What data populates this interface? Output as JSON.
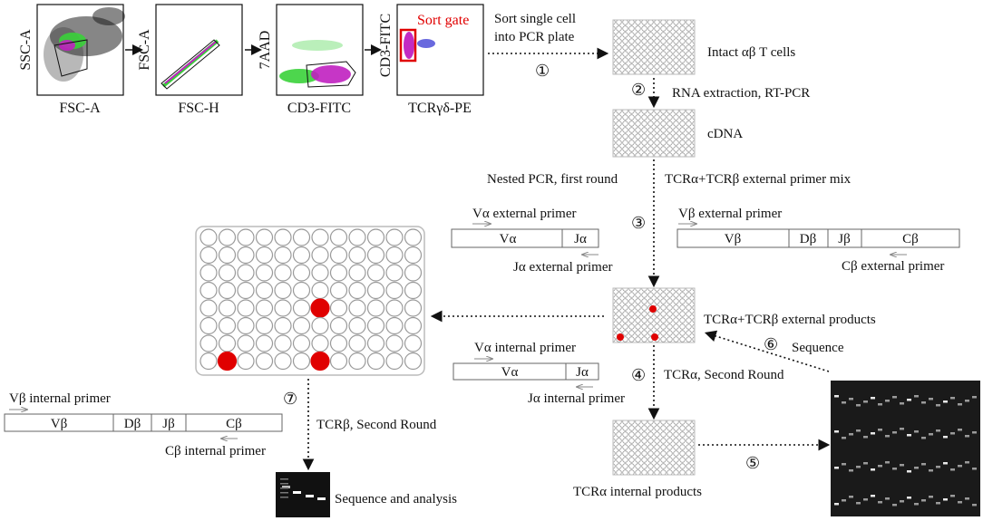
{
  "flow": {
    "panel1": {
      "y_label": "SSC-A",
      "x_label": "FSC-A"
    },
    "panel2": {
      "y_label": "FSC-A",
      "x_label": "FSC-H"
    },
    "panel3": {
      "y_label": "7AAD",
      "x_label": "CD3-FITC"
    },
    "panel4": {
      "y_label": "CD3-FITC",
      "x_label": "TCRγδ-PE",
      "gate_label": "Sort gate"
    }
  },
  "steps": {
    "s1": "①",
    "s2": "②",
    "s3": "③",
    "s4": "④",
    "s5": "⑤",
    "s6": "⑥",
    "s7": "⑦"
  },
  "texts": {
    "sort_line1": "Sort single cell",
    "sort_line2": "into PCR plate",
    "intact": "Intact αβ T cells",
    "rna": "RNA extraction, RT-PCR",
    "cdna": "cDNA",
    "nested": "Nested PCR, first round",
    "ext_mix": "TCRα+TCRβ external primer mix",
    "ext_products": "TCRα+TCRβ external products",
    "sequence": "Sequence",
    "tcra_second": "TCRα, Second Round",
    "tcra_internal": "TCRα internal products",
    "tcrb_second": "TCRβ, Second Round",
    "seq_analysis": "Sequence and analysis"
  },
  "constructs": {
    "va_external": {
      "top": "Vα external primer",
      "bottom": "Jα external primer",
      "segments": [
        "Vα",
        "Jα"
      ]
    },
    "vb_external": {
      "top": "Vβ external primer",
      "bottom": "Cβ external primer",
      "segments": [
        "Vβ",
        "Dβ",
        "Jβ",
        "Cβ"
      ]
    },
    "va_internal": {
      "top": "Vα internal primer",
      "bottom": "Jα internal primer",
      "segments": [
        "Vα",
        "Jα"
      ]
    },
    "vb_internal": {
      "top": "Vβ internal primer",
      "bottom": "Cβ internal primer",
      "segments": [
        "Vβ",
        "Dβ",
        "Jβ",
        "Cβ"
      ]
    }
  },
  "colors": {
    "gate": "#e00000",
    "well_hit": "#e00000",
    "gel_bg": "#1a1a1a"
  }
}
